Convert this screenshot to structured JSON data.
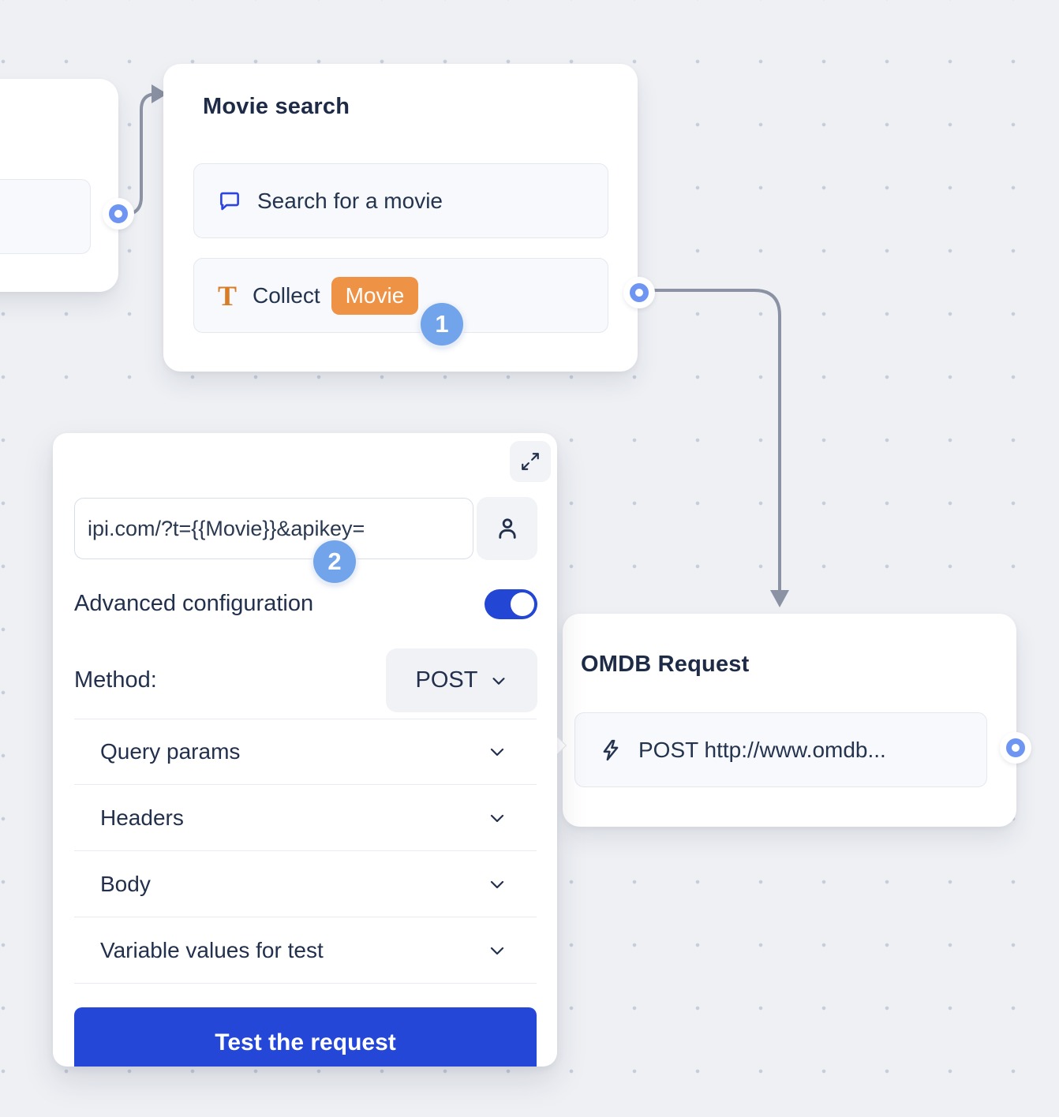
{
  "movie_node": {
    "title": "Movie search",
    "items": [
      {
        "icon": "chat-bubble-icon",
        "label": "Search for a movie"
      },
      {
        "icon": "text-input-icon",
        "label": "Collect",
        "variable_chip": "Movie"
      }
    ]
  },
  "omdb_node": {
    "title": "OMDB Request",
    "item": {
      "icon": "lightning-icon",
      "label": "POST http://www.omdb..."
    }
  },
  "steps": {
    "one": "1",
    "two": "2"
  },
  "panel": {
    "expand_icon": "expand-icon",
    "url_input": {
      "value": "ipi.com/?t={{Movie}}&apikey=",
      "icon": "person-icon"
    },
    "advanced_toggle": {
      "label": "Advanced configuration",
      "state": "on"
    },
    "method": {
      "label": "Method:",
      "value": "POST"
    },
    "sections": [
      {
        "label": "Query params"
      },
      {
        "label": "Headers"
      },
      {
        "label": "Body"
      },
      {
        "label": "Variable values for test"
      }
    ],
    "test_button_label": "Test the request"
  },
  "colors": {
    "background": "#eef0f4",
    "grid_dot": "#c7ceda",
    "wire_gray": "#8b92a3",
    "connector_blue": "#6e95f2",
    "badge_blue": "#71a4ea",
    "chip_orange": "#ee9245",
    "icon_orange": "#d97c26",
    "bubble_blue": "#2b44df",
    "accent_blue": "#2447d8",
    "text_navy": "#22304d"
  }
}
